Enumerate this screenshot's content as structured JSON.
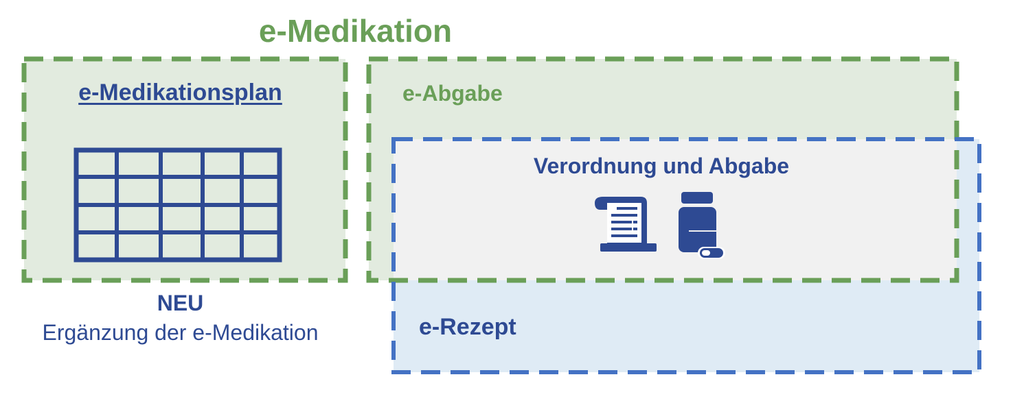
{
  "diagram": {
    "title": "e-Medikation",
    "medication_plan": {
      "heading": "e-Medikationsplan",
      "status": "NEU",
      "description": "Ergänzung der e-Medikation",
      "icon": "table-grid-icon"
    },
    "dispensing": {
      "heading": "e-Abgabe"
    },
    "overlap": {
      "heading": "Verordnung und Abgabe",
      "icons": [
        "prescription-scroll-icon",
        "medicine-bottle-icon"
      ]
    },
    "prescription": {
      "heading": "e-Rezept"
    },
    "colors": {
      "green": "#6a9f58",
      "green_fill": "#e2ebdf",
      "blue": "#4472c4",
      "blue_fill": "#dfebf5",
      "overlap_fill": "#f1f1f1",
      "navy": "#2e4a93"
    }
  }
}
